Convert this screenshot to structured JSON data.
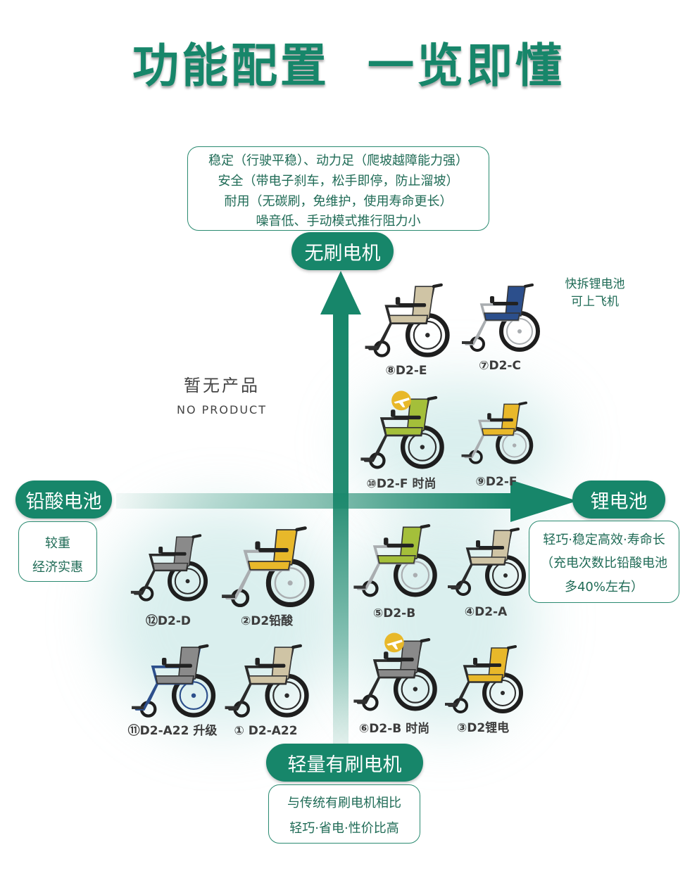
{
  "title": "功能配置  一览即懂",
  "top_box": {
    "lines": [
      "稳定（行驶平稳）、动力足（爬坡越障能力强）",
      "安全（带电子刹车，松手即停，防止溜坡）",
      "耐用（无碳刷，免维护，使用寿命更长）",
      "噪音低、手动模式推行阻力小"
    ]
  },
  "axes": {
    "top": "无刷电机",
    "left": "铅酸电池",
    "right": "锂电池",
    "bottom": "轻量有刷电机"
  },
  "left_box": {
    "lines": [
      "较重",
      "经济实惠"
    ]
  },
  "right_box": {
    "lines": [
      "轻巧·稳定高效·寿命长",
      "（充电次数比铅酸电池",
      "多40%左右）"
    ]
  },
  "bottom_box": {
    "lines": [
      "与传统有刷电机相比",
      "轻巧·省电·性价比高"
    ]
  },
  "quick_note": {
    "lines": [
      "快拆锂电池",
      "可上飞机"
    ]
  },
  "no_product": {
    "cn": "暂无产品",
    "en": "NO PRODUCT"
  },
  "colors": {
    "brand_green": "#17866a",
    "yellow": "#e8b82a",
    "lime": "#a4bf3a",
    "navy": "#2c4f8c",
    "beige": "#cfc4a5",
    "gray": "#8a8a8a"
  },
  "products": [
    {
      "id": "p8",
      "label": "⑧D2-E",
      "seat": "beige",
      "frame": "black",
      "icon": ""
    },
    {
      "id": "p7",
      "label": "⑦D2-C",
      "seat": "navy",
      "frame": "silver",
      "icon": ""
    },
    {
      "id": "p10",
      "label": "⑩D2-F 时尚",
      "seat": "lime",
      "frame": "black",
      "icon": "airplane-icon"
    },
    {
      "id": "p9",
      "label": "⑨D2-F",
      "seat": "yellow",
      "frame": "silver",
      "icon": ""
    },
    {
      "id": "p5",
      "label": "⑤D2-B",
      "seat": "lime",
      "frame": "silver",
      "icon": ""
    },
    {
      "id": "p4",
      "label": "④D2-A",
      "seat": "beige",
      "frame": "black",
      "icon": ""
    },
    {
      "id": "p6",
      "label": "⑥D2-B 时尚",
      "seat": "gray",
      "frame": "black",
      "icon": "airplane-icon"
    },
    {
      "id": "p3",
      "label": "③D2锂电",
      "seat": "yellow",
      "frame": "black",
      "icon": ""
    },
    {
      "id": "p12",
      "label": "⑫D2-D",
      "seat": "gray",
      "frame": "black",
      "icon": ""
    },
    {
      "id": "p2",
      "label": "②D2铅酸",
      "seat": "yellow",
      "frame": "silver",
      "icon": ""
    },
    {
      "id": "p11",
      "label": "⑪D2-A22 升级",
      "seat": "gray",
      "frame": "navy",
      "icon": ""
    },
    {
      "id": "p1",
      "label": "① D2-A22",
      "seat": "beige",
      "frame": "black",
      "icon": ""
    }
  ]
}
